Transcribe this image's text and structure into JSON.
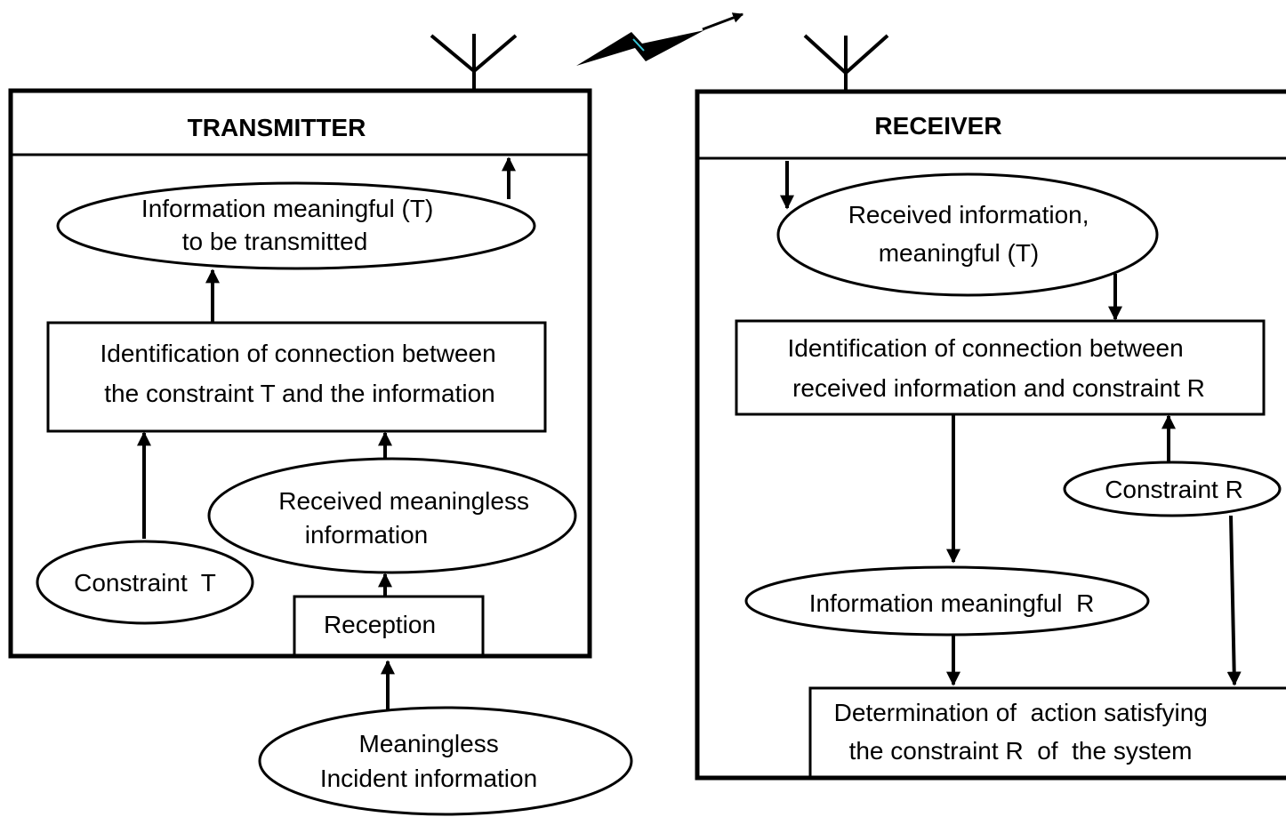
{
  "colors": {
    "stroke": "#000000",
    "background": "#ffffff",
    "signal_accent": "#37c7d8"
  },
  "icons": {
    "transmitter_antenna": "antenna-icon",
    "receiver_antenna": "antenna-icon",
    "signal": "lightning-bolt-icon"
  },
  "transmitter": {
    "title": "TRANSMITTER",
    "info_meaningful": [
      "Information meaningful (T)",
      "to be transmitted"
    ],
    "identification": [
      "Identification of connection between",
      "the constraint T and the information"
    ],
    "received_meaningless": [
      "Received meaningless",
      "information"
    ],
    "constraint": "Constraint  T",
    "reception": "Reception"
  },
  "incident": [
    "Meaningless",
    "Incident information"
  ],
  "receiver": {
    "title": "RECEIVER",
    "received_info": [
      "Received information,",
      "meaningful (T)"
    ],
    "identification": [
      "Identification of connection between",
      "received information and constraint R"
    ],
    "constraint": "Constraint R",
    "info_meaningful": "Information meaningful  R",
    "determination": [
      "Determination of  action satisfying",
      "the constraint R  of  the system"
    ]
  }
}
